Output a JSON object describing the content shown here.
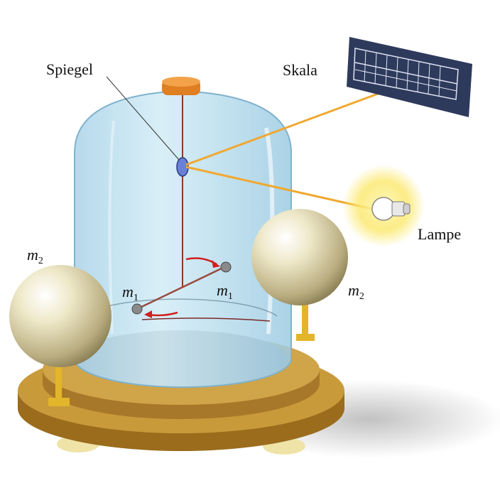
{
  "labels": {
    "mirror": "Spiegel",
    "scale": "Skala",
    "lamp": "Lampe",
    "large_mass_left": {
      "symbol": "m",
      "subscript": "2"
    },
    "large_mass_right": {
      "symbol": "m",
      "subscript": "2"
    },
    "small_mass_left": {
      "symbol": "m",
      "subscript": "1"
    },
    "small_mass_right": {
      "symbol": "m",
      "subscript": "1"
    }
  },
  "colors": {
    "beam": "#f0a830",
    "glass": "#bfe0ef",
    "wood": "#b8862a",
    "sphere": "#e8e2c0",
    "scale_panel": "#2e3a5c",
    "arrow": "#d02020"
  }
}
